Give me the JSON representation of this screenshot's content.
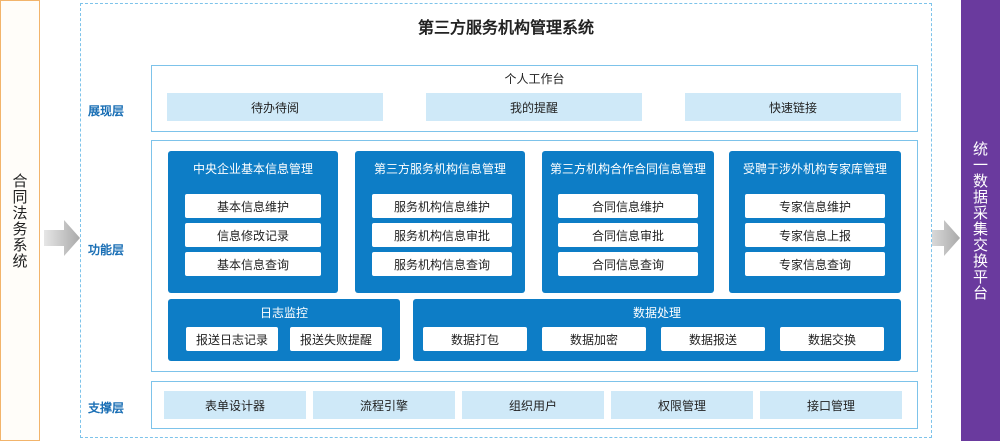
{
  "left_system": "合同法务系统",
  "right_system": "统一数据采集交换平台",
  "title": "第三方服务机构管理系统",
  "presentation": {
    "label": "展现层",
    "header": "个人工作台",
    "items": [
      "待办待阅",
      "我的提醒",
      "快速链接"
    ]
  },
  "function": {
    "label": "功能层",
    "modules": [
      {
        "title": "中央企业基本信息管理",
        "items": [
          "基本信息维护",
          "信息修改记录",
          "基本信息查询"
        ]
      },
      {
        "title": "第三方服务机构信息管理",
        "items": [
          "服务机构信息维护",
          "服务机构信息审批",
          "服务机构信息查询"
        ]
      },
      {
        "title": "第三方机构合作合同信息管理",
        "items": [
          "合同信息维护",
          "合同信息审批",
          "合同信息查询"
        ]
      },
      {
        "title": "受聘于涉外机构专家库管理",
        "items": [
          "专家信息维护",
          "专家信息上报",
          "专家信息查询"
        ]
      }
    ],
    "log": {
      "title": "日志监控",
      "items": [
        "报送日志记录",
        "报送失败提醒"
      ]
    },
    "data": {
      "title": "数据处理",
      "items": [
        "数据打包",
        "数据加密",
        "数据报送",
        "数据交换"
      ]
    }
  },
  "support": {
    "label": "支撑层",
    "items": [
      "表单设计器",
      "流程引擎",
      "组织用户",
      "权限管理",
      "接口管理"
    ]
  },
  "colors": {
    "accent": "#0d7dc6",
    "chip": "#cfe9f8",
    "frame": "#7dc3ea",
    "right_panel": "#6a3a9e",
    "left_border": "#f2b46b"
  }
}
